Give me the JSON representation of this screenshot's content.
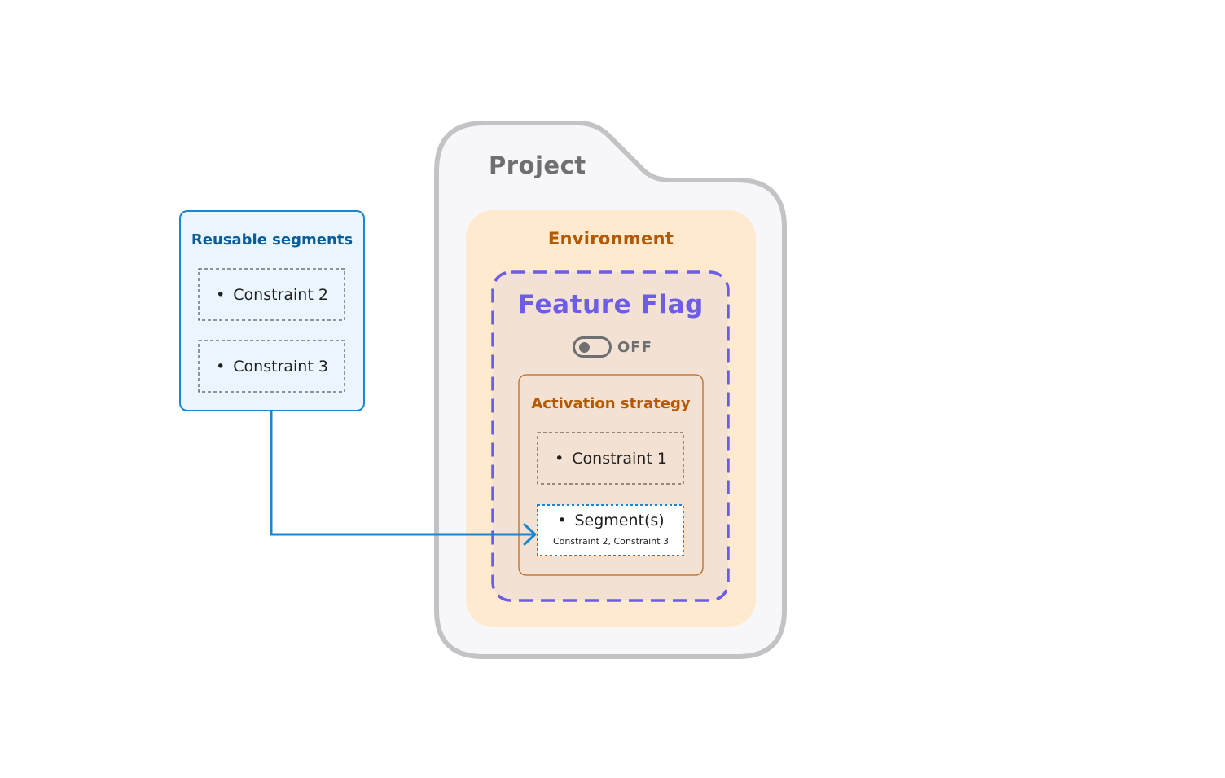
{
  "project": {
    "title": "Project"
  },
  "environment": {
    "title": "Environment"
  },
  "feature_flag": {
    "title": "Feature Flag",
    "toggle_label": "OFF"
  },
  "activation_strategy": {
    "title": "Activation strategy",
    "constraint": "Constraint 1",
    "segment": {
      "label": "Segment(s)",
      "detail": "Constraint 2, Constraint 3"
    }
  },
  "reusable_segments": {
    "title": "Reusable segments",
    "constraints": [
      "Constraint 2",
      "Constraint 3"
    ]
  },
  "bullet": "•",
  "colors": {
    "project_border": "#c3c3c6",
    "project_fill": "#f7f7f9",
    "environment_fill": "#ffead0",
    "feature_flag_border": "#6c5ce7",
    "feature_flag_fill": "#f3e2d4",
    "strategy_border": "#c2661e",
    "segments_border": "#1a86d0",
    "segments_fill": "#eaf5fd",
    "connector": "#1a86d0"
  }
}
